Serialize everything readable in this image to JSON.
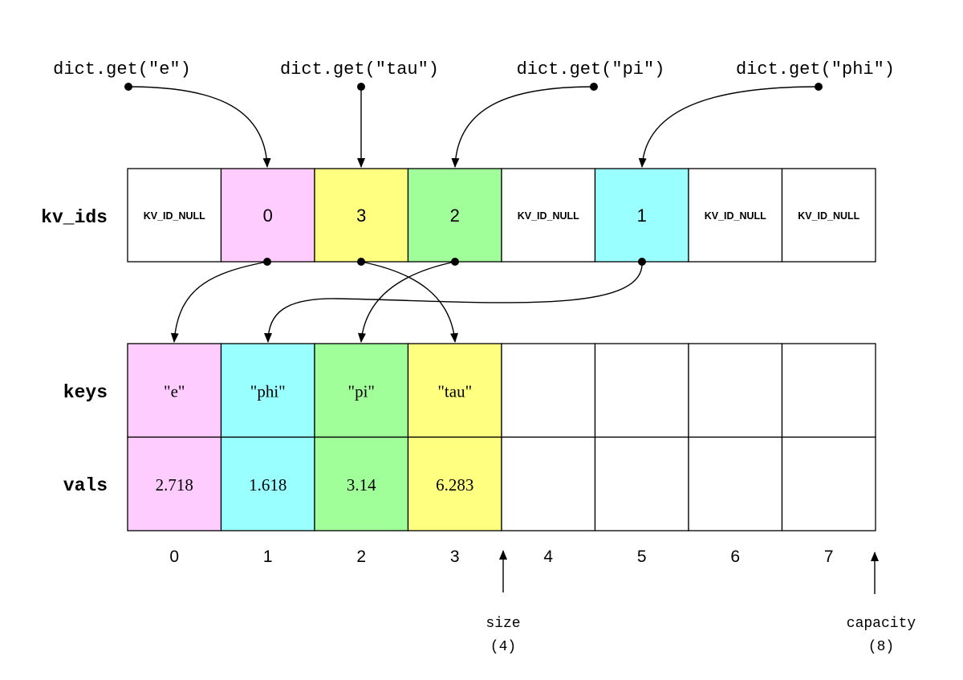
{
  "lookups": [
    {
      "label": "dict.get(\"e\")",
      "target_slot": 1
    },
    {
      "label": "dict.get(\"tau\")",
      "target_slot": 2
    },
    {
      "label": "dict.get(\"pi\")",
      "target_slot": 3
    },
    {
      "label": "dict.get(\"phi\")",
      "target_slot": 5
    }
  ],
  "rows": {
    "kv_ids": {
      "label": "kv_ids"
    },
    "keys": {
      "label": "keys"
    },
    "vals": {
      "label": "vals"
    }
  },
  "kv_ids": [
    "KV_ID_NULL",
    "0",
    "3",
    "2",
    "KV_ID_NULL",
    "1",
    "KV_ID_NULL",
    "KV_ID_NULL"
  ],
  "kv_id_colors": [
    "#ffffff",
    "#ffccff",
    "#ffff80",
    "#a0ff99",
    "#ffffff",
    "#99ffff",
    "#ffffff",
    "#ffffff"
  ],
  "entries": [
    {
      "key": "\"e\"",
      "val": "2.718",
      "color": "#ffccff"
    },
    {
      "key": "\"phi\"",
      "val": "1.618",
      "color": "#99ffff"
    },
    {
      "key": "\"pi\"",
      "val": "3.14",
      "color": "#a0ff99"
    },
    {
      "key": "\"tau\"",
      "val": "6.283",
      "color": "#ffff80"
    }
  ],
  "indices": [
    "0",
    "1",
    "2",
    "3",
    "4",
    "5",
    "6",
    "7"
  ],
  "size": {
    "label": "size",
    "value": "(4)",
    "position": 4
  },
  "capacity": {
    "label": "capacity",
    "value": "(8)",
    "position": 8
  }
}
